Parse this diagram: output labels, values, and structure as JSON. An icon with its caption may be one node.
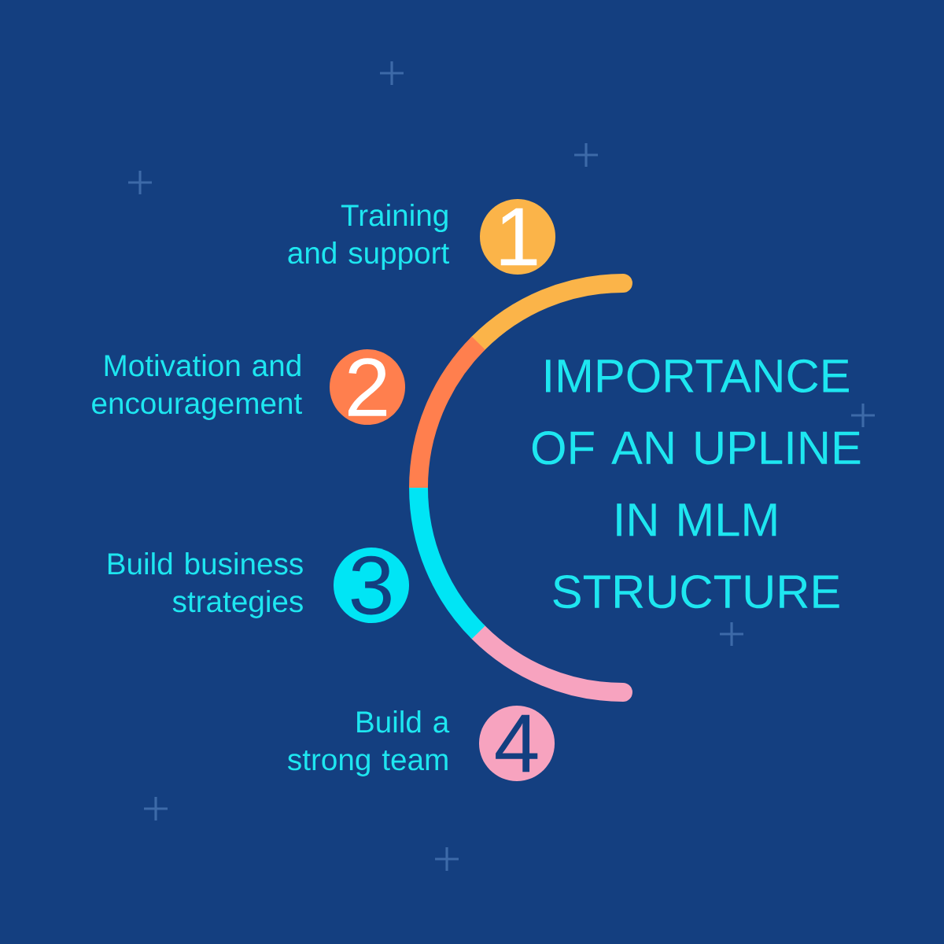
{
  "diagram": {
    "title": "IMPORTANCE OF AN UPLINE IN MLM STRUCTURE",
    "nodes": [
      {
        "text": [
          "1"
        ],
        "beside": [
          "Training and support"
        ]
      },
      {
        "text": [
          "2"
        ],
        "beside": [
          "Motivation and encouragement"
        ]
      },
      {
        "text": [
          "3"
        ],
        "beside": [
          "Build business strategies"
        ]
      },
      {
        "text": [
          "4"
        ],
        "beside": [
          "Build a strong team"
        ]
      }
    ]
  }
}
